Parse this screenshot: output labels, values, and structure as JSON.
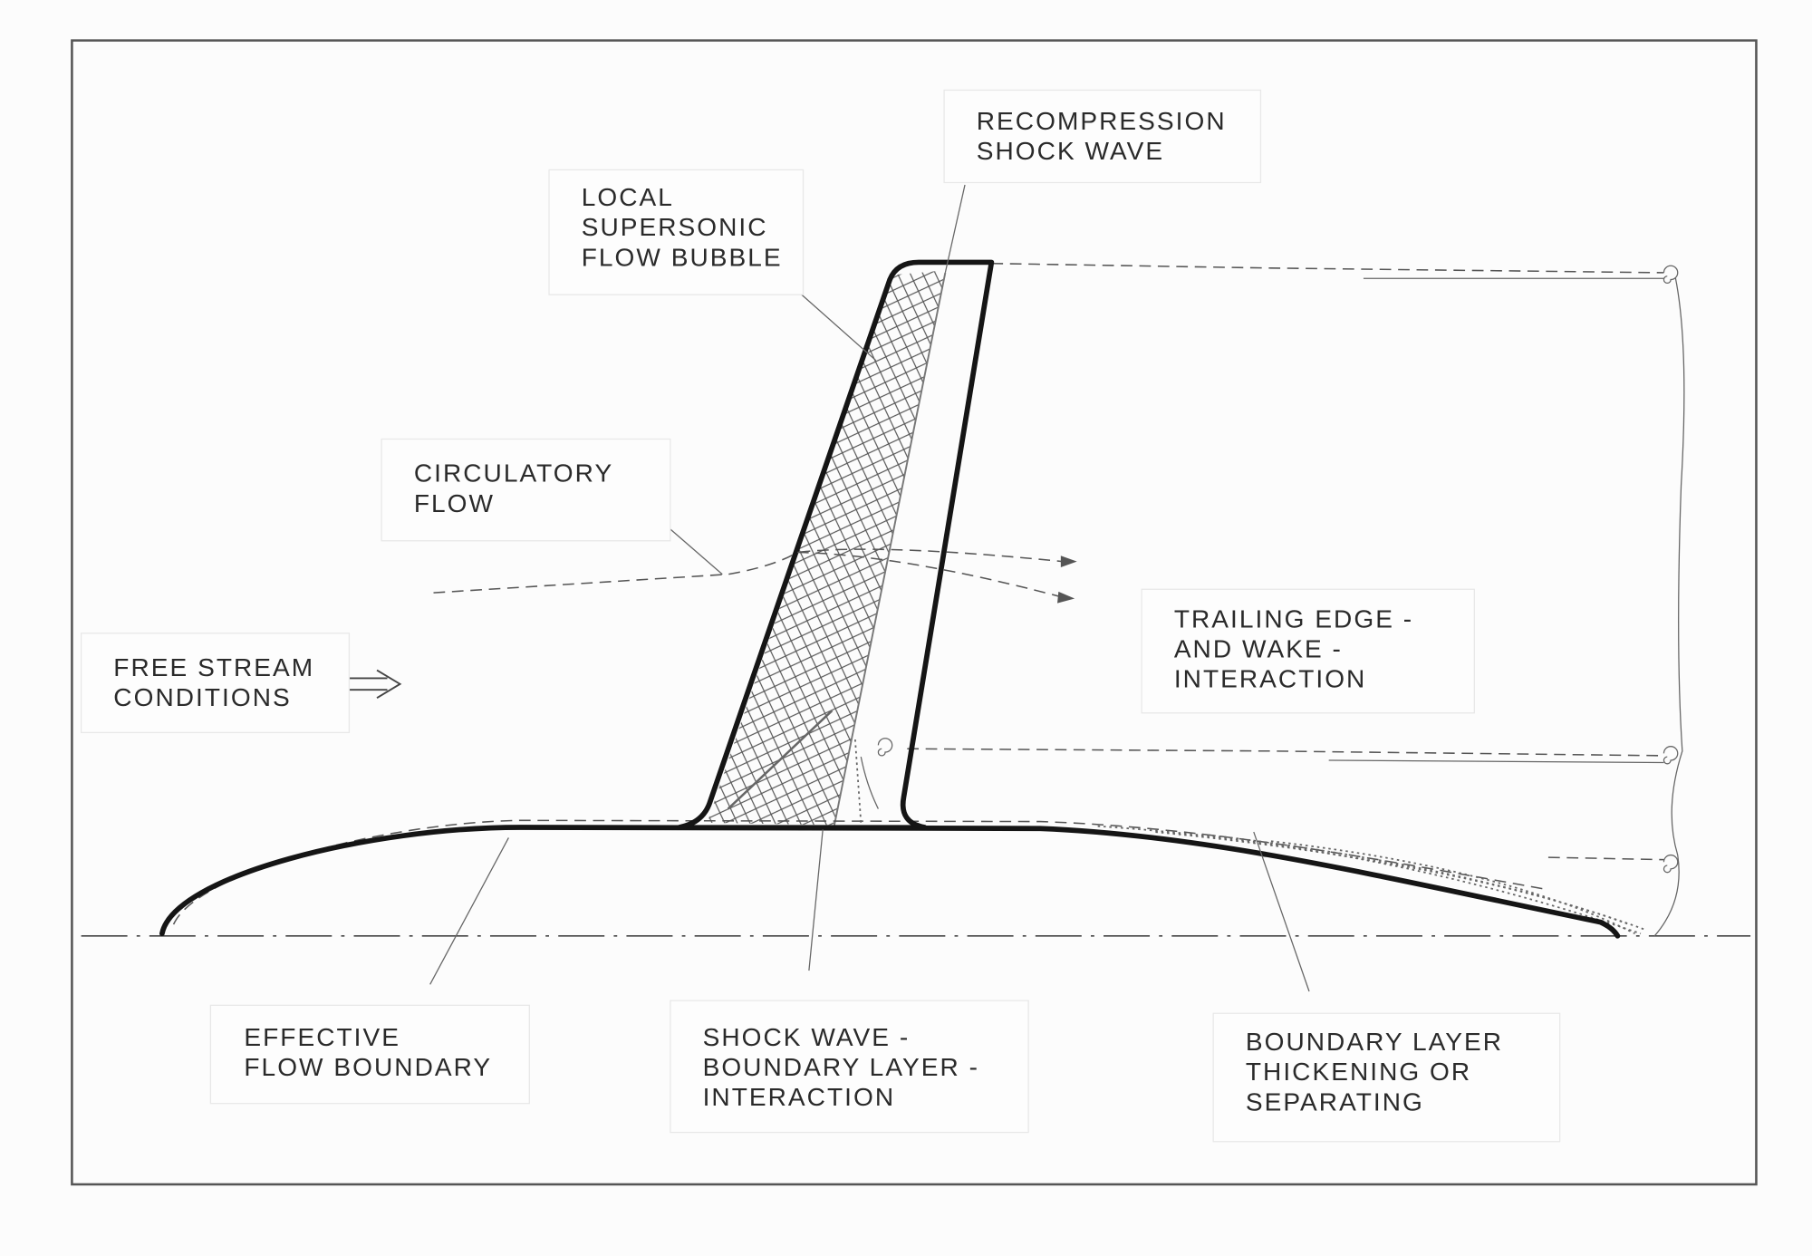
{
  "labels": {
    "recompression": [
      "RECOMPRESSION",
      "SHOCK WAVE"
    ],
    "local_supersonic": [
      "LOCAL",
      "SUPERSONIC",
      "FLOW BUBBLE"
    ],
    "circulatory": [
      "CIRCULATORY",
      "FLOW"
    ],
    "free_stream": [
      "FREE STREAM",
      "CONDITIONS"
    ],
    "trailing_edge": [
      "TRAILING EDGE -",
      "AND WAKE -",
      "INTERACTION"
    ],
    "effective": [
      "EFFECTIVE",
      "FLOW BOUNDARY"
    ],
    "shock_bl": [
      "SHOCK WAVE -",
      "BOUNDARY LAYER -",
      "INTERACTION"
    ],
    "bl_thickening": [
      "BOUNDARY LAYER",
      "THICKENING OR",
      "SEPARATING"
    ]
  }
}
